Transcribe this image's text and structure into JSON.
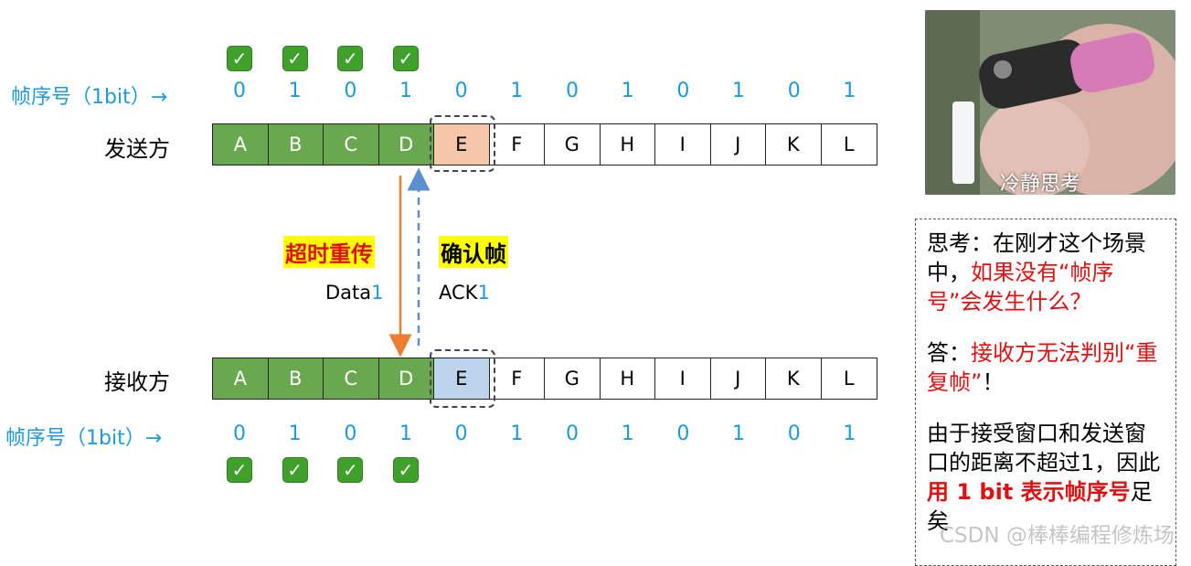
{
  "sender": {
    "seq_label": "帧序号（1bit）→",
    "row_label": "发送方",
    "seq_numbers": [
      "0",
      "1",
      "0",
      "1",
      "0",
      "1",
      "0",
      "1",
      "0",
      "1",
      "0",
      "1"
    ],
    "frames": [
      "A",
      "B",
      "C",
      "D",
      "E",
      "F",
      "G",
      "H",
      "I",
      "J",
      "K",
      "L"
    ],
    "checks": [
      "✓",
      "✓",
      "✓",
      "✓"
    ]
  },
  "receiver": {
    "seq_label": "帧序号（1bit）→",
    "row_label": "接收方",
    "seq_numbers": [
      "0",
      "1",
      "0",
      "1",
      "0",
      "1",
      "0",
      "1",
      "0",
      "1",
      "0",
      "1"
    ],
    "frames": [
      "A",
      "B",
      "C",
      "D",
      "E",
      "F",
      "G",
      "H",
      "I",
      "J",
      "K",
      "L"
    ],
    "checks": [
      "✓",
      "✓",
      "✓",
      "✓"
    ]
  },
  "middle": {
    "retransmit_label": "超时重传",
    "ack_label": "确认帧",
    "data_msg_prefix": "Data",
    "data_msg_num": "1",
    "ack_msg_prefix": "ACK",
    "ack_msg_num": "1"
  },
  "picture": {
    "caption": "冷静思考"
  },
  "note": {
    "q1": "思考：在刚才这个场景中，",
    "q2": "如果没有“帧序号”会发生什么？",
    "a1": "答：",
    "a2": "接收方无法判别“重复帧”",
    "a3": "！",
    "c1": "由于接受窗口和发送窗口的距离不超过1，因此",
    "c2": "用 1 bit 表示帧序号",
    "c3": "足矣"
  },
  "watermark": "CSDN @棒棒编程修炼场",
  "colors": {
    "acked": "#6aa84f",
    "current_send": "#f4c7a9",
    "current_recv": "#bcd4ec",
    "seq_blue": "#1e9ad6",
    "highlight": "#ffff00",
    "red": "#e01010",
    "retransmit_arrow": "#ed7d31",
    "ack_arrow": "#5b8fd0"
  }
}
